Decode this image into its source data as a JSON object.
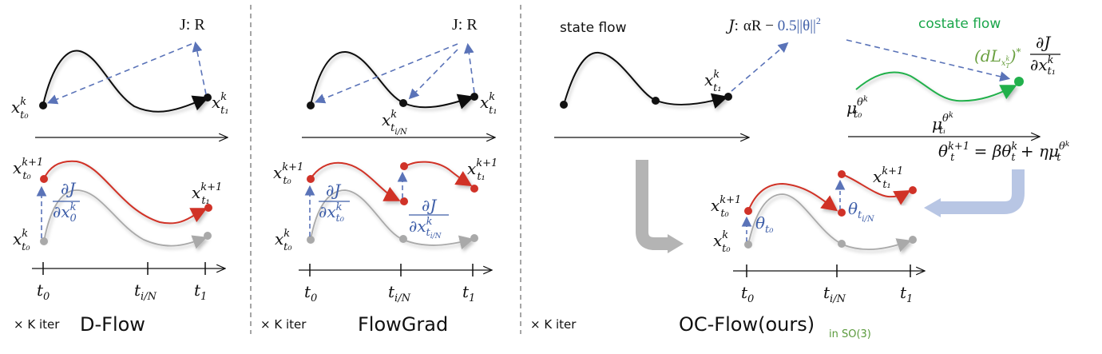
{
  "figure": {
    "colors": {
      "state_curve": "#111111",
      "updated_curve": "#d03228",
      "previous_curve": "#a9a9a9",
      "gradient_arrow": "#5a73b8",
      "costate_curve": "#22b04c",
      "gray_arrow": "#b4b4b4",
      "light_blue_arrow": "#b8c6e4",
      "divider": "#888888",
      "so3_label": "#5a9a3c"
    },
    "panels": [
      {
        "id": "d-flow",
        "title": "D-Flow",
        "iter_label": "× K iter",
        "objective_label": "J: R",
        "top_labels": {
          "x_t0": "x",
          "x_t0_sup": "k",
          "x_t0_sub": "t₀",
          "x_t1": "x",
          "x_t1_sup": "k",
          "x_t1_sub": "t₁"
        },
        "bottom_labels": {
          "x_t0_next": "x",
          "x_t0_next_sup": "k+1",
          "x_t0_next_sub": "t₀",
          "x_t1_next": "x",
          "x_t1_next_sup": "k+1",
          "x_t1_next_sub": "t₁",
          "x_t0_prev": "x",
          "x_t0_prev_sup": "k",
          "x_t0_prev_sub": "t₀",
          "grad_num": "∂J",
          "grad_den": "∂x",
          "grad_den_sup": "k",
          "grad_den_sub": "0"
        },
        "axis_ticks": [
          "t",
          "t",
          "t"
        ],
        "axis_tick_subs": [
          "0",
          "i/N",
          "1"
        ]
      },
      {
        "id": "flowgrad",
        "title": "FlowGrad",
        "iter_label": "× K iter",
        "objective_label": "J: R",
        "top_labels": {
          "x_ti": "x",
          "x_ti_sup": "k",
          "x_ti_sub": "t",
          "x_ti_subsub": "i/N",
          "x_t1": "x",
          "x_t1_sup": "k",
          "x_t1_sub": "t₁"
        },
        "bottom_labels": {
          "x_t0_next": "x",
          "x_t0_next_sup": "k+1",
          "x_t0_next_sub": "t₀",
          "x_t1_next": "x",
          "x_t1_next_sup": "k+1",
          "x_t1_next_sub": "t₁",
          "x_t0_prev": "x",
          "x_t0_prev_sup": "k",
          "x_t0_prev_sub": "t₀",
          "grad1_num": "∂J",
          "grad1_den": "∂x",
          "grad1_den_sup": "k",
          "grad1_den_sub": "t₀",
          "grad2_num": "∂J",
          "grad2_den": "∂x",
          "grad2_den_sup": "k",
          "grad2_den_sub": "t",
          "grad2_den_subsub": "i/N"
        },
        "axis_ticks": [
          "t",
          "t",
          "t"
        ],
        "axis_tick_subs": [
          "0",
          "i/N",
          "1"
        ]
      },
      {
        "id": "oc-flow",
        "title": "OC-Flow(ours)",
        "title_suffix": "in SO(3)",
        "iter_label": "× K iter",
        "state_flow_label": "state flow",
        "costate_flow_label": "costate flow",
        "objective": {
          "prefix": "J",
          "colon": ":",
          "alpha_r": "αR − ",
          "reg": "0.5||θ||",
          "reg_sup": "2"
        },
        "top_labels": {
          "x_t1": "x",
          "x_t1_sup": "k",
          "x_t1_sub": "t₁"
        },
        "costate_terminal": {
          "dl": "(dL",
          "dl_sub": "x",
          "dl_subsup": "k",
          "dl_subsub": "T",
          "dl_close": ")",
          "star": "*",
          "num": "∂J",
          "den": "∂x",
          "den_sup": "k",
          "den_sub": "t₁"
        },
        "mu_labels": [
          {
            "base": "μ",
            "sup": "θ",
            "supsup": "k",
            "sub": "t₀"
          },
          {
            "base": "μ",
            "sup": "θ",
            "supsup": "k",
            "sub": "tᵢ"
          }
        ],
        "update_rule": {
          "lhs": "θ",
          "lhs_sup": "k+1",
          "lhs_sub": "t",
          "eq": " = ",
          "beta": "βθ",
          "beta_sup": "k",
          "beta_sub": "t",
          "plus": " + ημ",
          "mu_sup": "θ",
          "mu_supsup": "k",
          "mu_sub": "t"
        },
        "bottom_labels": {
          "x_t0_next": "x",
          "x_t0_next_sup": "k+1",
          "x_t0_next_sub": "t₀",
          "x_t1_next": "x",
          "x_t1_next_sup": "k+1",
          "x_t1_next_sub": "t₁",
          "x_t0_prev": "x",
          "x_t0_prev_sup": "k",
          "x_t0_prev_sub": "t₀",
          "theta_t0": "θ",
          "theta_t0_sub": "t₀",
          "theta_ti": "θ",
          "theta_ti_sub": "t",
          "theta_ti_subsub": "i/N"
        },
        "axis_ticks": [
          "t",
          "t",
          "t"
        ],
        "axis_tick_subs": [
          "0",
          "i/N",
          "1"
        ]
      }
    ]
  }
}
